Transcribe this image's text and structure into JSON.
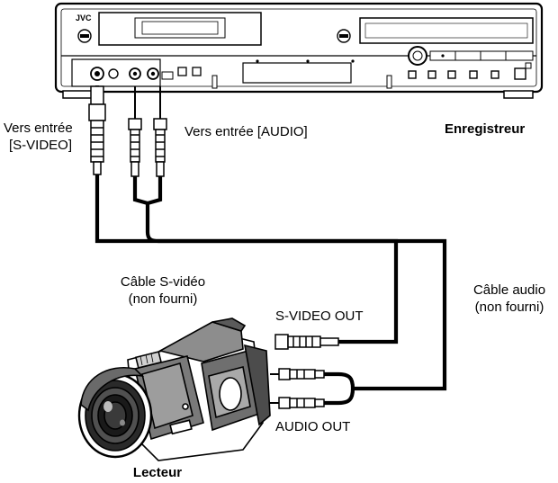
{
  "recorder": {
    "brand": "JVC",
    "name": "Enregistreur"
  },
  "player": {
    "name": "Lecteur"
  },
  "labels": {
    "svideo_input_line1": "Vers entrée",
    "svideo_input_line2": "[S-VIDEO]",
    "audio_input": "Vers entrée [AUDIO]",
    "svideo_cable_line1": "Câble S-vidéo",
    "svideo_cable_line2": "(non fourni)",
    "audio_cable_line1": "Câble audio",
    "audio_cable_line2": "(non fourni)",
    "svideo_out": "S-VIDEO OUT",
    "audio_out": "AUDIO OUT"
  }
}
